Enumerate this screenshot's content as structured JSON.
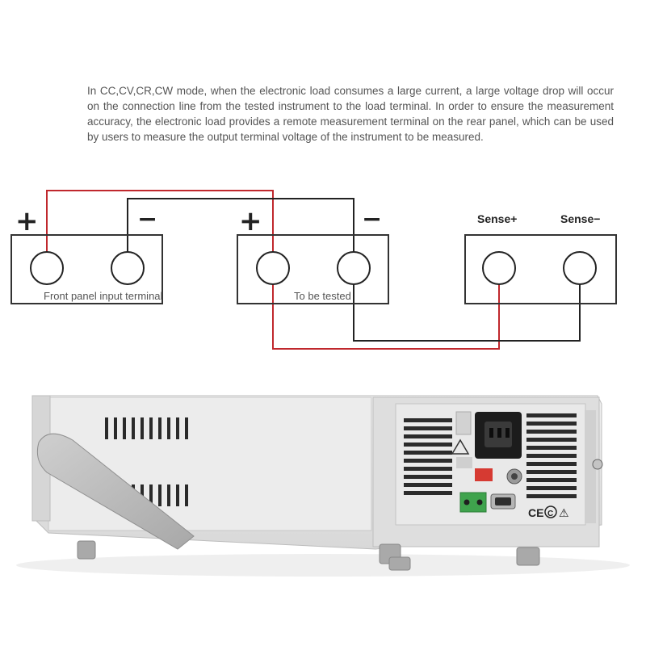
{
  "description": "In CC,CV,CR,CW mode, when the electronic load consumes a large current, a large voltage drop will occur on the connection line from the tested instrument to the load terminal. In order to ensure the measurement accuracy, the electronic load provides a remote measurement terminal on the rear panel, which can be used by users to measure the output terminal voltage of the instrument to be measured.",
  "diagram": {
    "front_panel": {
      "label": "Front panel input terminal",
      "plus": "+",
      "minus": "−"
    },
    "device_under_test": {
      "label": "To be tested",
      "plus": "+",
      "minus": "−"
    },
    "rear_sense": {
      "sense_plus": "Sense+",
      "sense_minus": "Sense−"
    }
  },
  "colors": {
    "positive_wire": "#c0282d",
    "negative_wire": "#222222",
    "box_stroke": "#333333"
  },
  "device_photo": {
    "type": "electronic load, rear view",
    "rear_panel_marks": [
      "CE",
      "C",
      "⚠"
    ]
  }
}
